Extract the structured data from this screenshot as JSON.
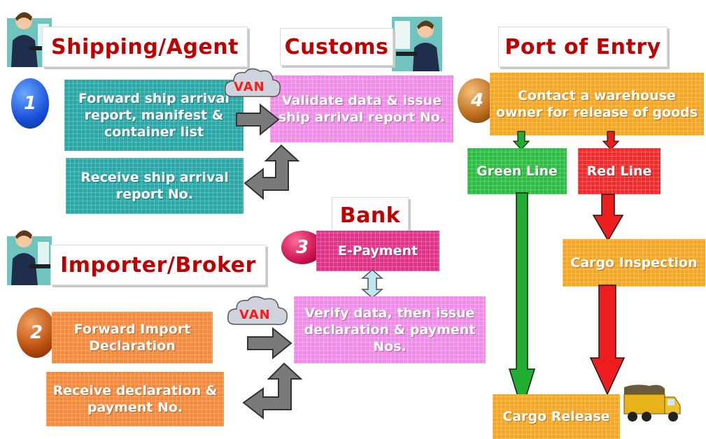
{
  "actors": {
    "shipping_agent": "Shipping/Agent",
    "customs": "Customs",
    "port_of_entry": "Port of Entry",
    "bank": "Bank",
    "importer_broker": "Importer/Broker"
  },
  "steps": {
    "one": "1",
    "two": "2",
    "three": "3",
    "four": "4"
  },
  "van_label": "VAN",
  "boxes": {
    "forward_ship_arrival": "Forward ship arrival report, manifest & container list",
    "validate_data": "Validate data & issue ship arrival report No.",
    "receive_ship_arrival": "Receive ship arrival report No.",
    "e_payment": "E-Payment",
    "forward_import_declaration": "Forward Import Declaration",
    "verify_data": "Verify data, then issue declaration & payment Nos.",
    "receive_declaration": "Receive declaration & payment No.",
    "contact_warehouse": "Contact a warehouse owner for release of goods",
    "green_line": "Green Line",
    "red_line": "Red Line",
    "cargo_inspection": "Cargo Inspection",
    "cargo_release": "Cargo Release"
  },
  "colors": {
    "title_red": "#c00000",
    "teal": "#2aa7a7",
    "pink": "#f08ce8",
    "orange": "#f68a3c",
    "amber": "#f5a623",
    "green": "#2ebd43",
    "red": "#ef2b2b"
  },
  "icons": [
    "person-at-computer-icon",
    "cloud-icon",
    "truck-icon"
  ]
}
